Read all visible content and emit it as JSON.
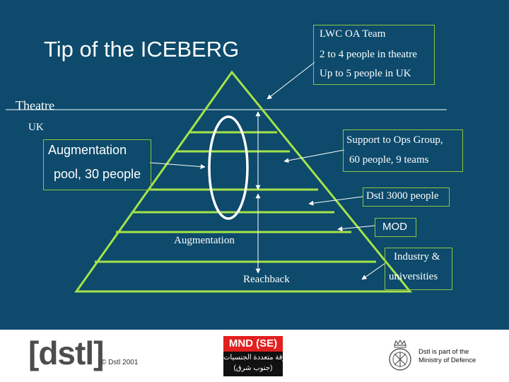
{
  "title": "Tip of the ICEBERG",
  "lwc_box": {
    "line1": "LWC OA Team",
    "line2": "2 to 4 people in theatre",
    "line3": "Up to 5 people in UK"
  },
  "level_labels": {
    "theatre": "Theatre",
    "uk": "UK"
  },
  "augmentation_box": {
    "line1": "Augmentation",
    "line2": "pool, 30 people"
  },
  "support_box": {
    "line1": "Support to Ops Group,",
    "line2": "60 people,  9 teams"
  },
  "dstl_box": "Dstl 3000 people",
  "mod_box": "MOD",
  "industry_box": {
    "line1": "Industry &",
    "line2": "universities"
  },
  "augmentation_label": "Augmentation",
  "reachback_label": "Reachback",
  "footer": {
    "dstl_logo": "[dstl]",
    "copyright": "© Dstl 2001",
    "mnd_badge": {
      "title": "MND (SE)",
      "line1": "فرقة متعددة الجنسيات",
      "line2": "(جنوب شرق)"
    },
    "mod_note": {
      "line1": "Dstl is part of the",
      "line2": "Ministry of Defence"
    }
  },
  "colors": {
    "background": "#0d4a6b",
    "pyramid": "#a4e34a",
    "box_border": "#8fc641",
    "mnd_red": "#e1201f"
  }
}
